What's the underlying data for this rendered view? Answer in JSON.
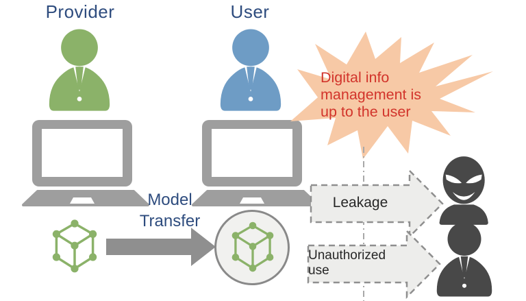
{
  "title_labels": {
    "provider": "Provider",
    "user": "User"
  },
  "flow": {
    "model_transfer": "Model\nTransfer"
  },
  "warning": {
    "text": "Digital info\nmanagement is\nup to the user"
  },
  "risks": [
    {
      "label": "Leakage"
    },
    {
      "label": "Unauthorized use"
    }
  ],
  "icons": {
    "provider": "green-person-icon",
    "user": "blue-person-icon",
    "provider_device": "laptop-icon",
    "user_device": "laptop-icon",
    "provider_model": "network-cube-icon",
    "user_model": "network-cube-in-circle-icon",
    "transfer": "right-arrow-icon",
    "attacker": "masked-attacker-icon",
    "unauthorized_user": "dark-person-icon",
    "guide": "vertical-dash-dot-line"
  },
  "colors": {
    "provider_green": "#8BB269",
    "user_blue": "#6E9CC5",
    "label_navy": "#2E4C7E",
    "starburst_fill": "#F7C9A6",
    "starburst_text_red": "#D2342B",
    "device_gray": "#9E9E9E",
    "transfer_arrow_gray": "#8F8F8F",
    "threat_dark_gray": "#484848",
    "dashed_arrow_fill": "#EDEDEB",
    "dashed_arrow_border": "#8F8F8F",
    "model_circle_fill": "#F1F1EF",
    "model_circle_border": "#898989",
    "guide_line_gray": "#A8A8A8"
  }
}
